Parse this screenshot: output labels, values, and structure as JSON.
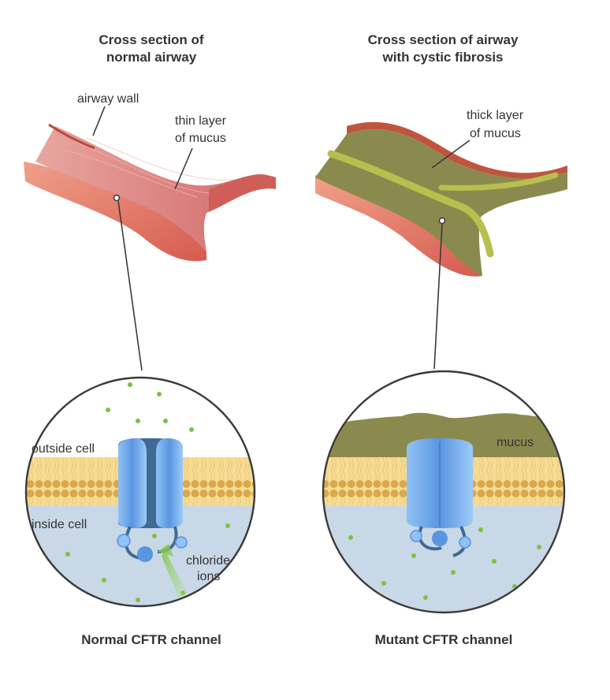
{
  "left_panel": {
    "title_line1": "Cross section of",
    "title_line2": "normal airway",
    "label_wall": "airway wall",
    "label_mucus_line1": "thin layer",
    "label_mucus_line2": "of mucus",
    "label_outside": "outside cell",
    "label_inside": "inside cell",
    "label_ions_line1": "chloride",
    "label_ions_line2": "ions",
    "caption": "Normal CFTR channel"
  },
  "right_panel": {
    "title_line1": "Cross section of airway",
    "title_line2": "with cystic fibrosis",
    "label_mucus_line1": "thick layer",
    "label_mucus_line2": "of mucus",
    "label_mucus_zoom": "mucus",
    "caption": "Mutant CFTR channel"
  },
  "colors": {
    "airway_outer": "#e8765a",
    "airway_inner": "#d9696a",
    "mucus": "#8b8a4e",
    "membrane": "#f3d68a",
    "cytoplasm": "#c9d8e6",
    "protein": "#6fa8e8",
    "ion": "#7cc242"
  }
}
